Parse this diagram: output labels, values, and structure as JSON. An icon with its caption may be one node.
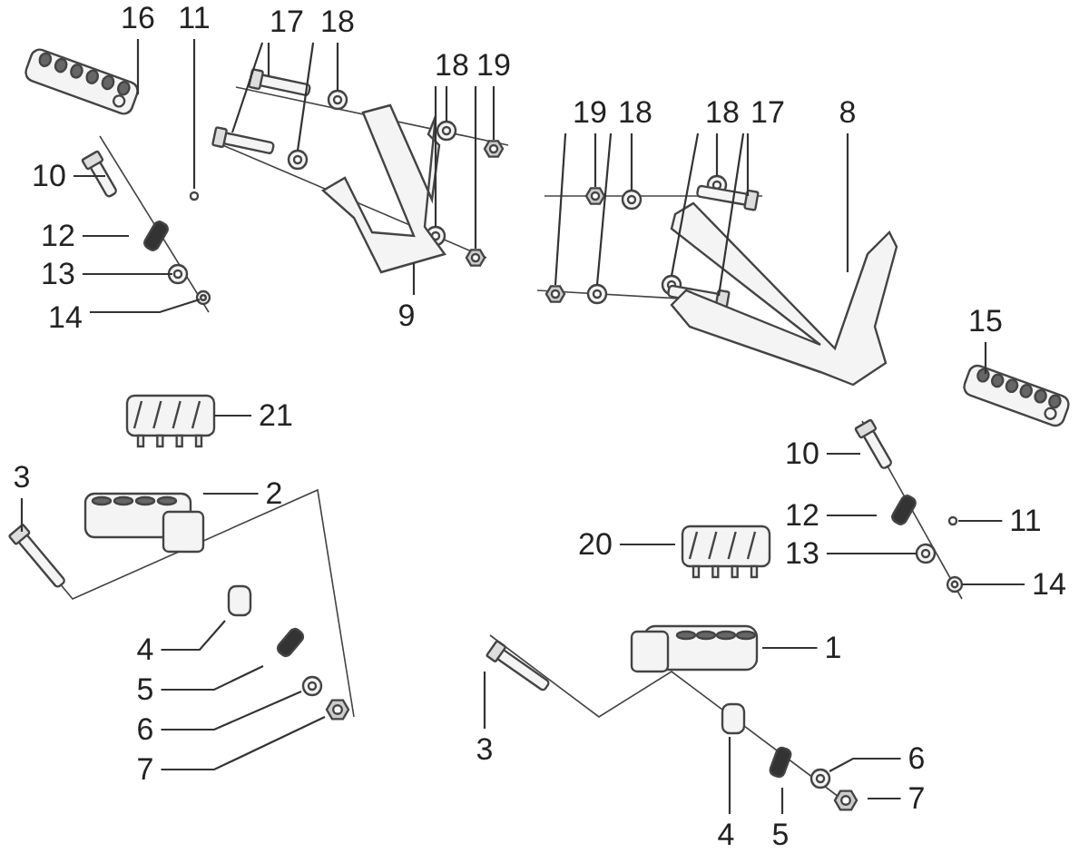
{
  "diagram": {
    "nodes": [
      {
        "text": [
          "16"
        ]
      },
      {
        "text": [
          "11"
        ]
      },
      {
        "text": [
          "17"
        ]
      },
      {
        "text": [
          "18"
        ]
      },
      {
        "text": [
          "18"
        ]
      },
      {
        "text": [
          "19"
        ]
      },
      {
        "text": [
          "19"
        ]
      },
      {
        "text": [
          "18"
        ]
      },
      {
        "text": [
          "18"
        ]
      },
      {
        "text": [
          "17"
        ]
      },
      {
        "text": [
          "8"
        ]
      },
      {
        "text": [
          "10"
        ]
      },
      {
        "text": [
          "12"
        ]
      },
      {
        "text": [
          "13"
        ]
      },
      {
        "text": [
          "14"
        ]
      },
      {
        "text": [
          "9"
        ]
      },
      {
        "text": [
          "15"
        ]
      },
      {
        "text": [
          "21"
        ]
      },
      {
        "text": [
          "3"
        ]
      },
      {
        "text": [
          "2"
        ]
      },
      {
        "text": [
          "10"
        ]
      },
      {
        "text": [
          "12"
        ]
      },
      {
        "text": [
          "11"
        ]
      },
      {
        "text": [
          "20"
        ]
      },
      {
        "text": [
          "13"
        ]
      },
      {
        "text": [
          "14"
        ]
      },
      {
        "text": [
          "1"
        ]
      },
      {
        "text": [
          "4"
        ]
      },
      {
        "text": [
          "5"
        ]
      },
      {
        "text": [
          "6"
        ]
      },
      {
        "text": [
          "7"
        ]
      },
      {
        "text": [
          "3"
        ]
      },
      {
        "text": [
          "4"
        ]
      },
      {
        "text": [
          "5"
        ]
      },
      {
        "text": [
          "6"
        ]
      },
      {
        "text": [
          "7"
        ]
      }
    ],
    "edges": [
      {
        "from": 0,
        "to": null,
        "arrow": "none"
      },
      {
        "from": 1,
        "to": null,
        "arrow": "none"
      },
      {
        "from": 2,
        "to": null,
        "arrow": "none"
      },
      {
        "from": 2,
        "to": null,
        "arrow": "none"
      },
      {
        "from": 3,
        "to": null,
        "arrow": "none"
      },
      {
        "from": 3,
        "to": null,
        "arrow": "none"
      },
      {
        "from": 4,
        "to": null,
        "arrow": "none"
      },
      {
        "from": 4,
        "to": null,
        "arrow": "none"
      },
      {
        "from": 5,
        "to": null,
        "arrow": "none"
      },
      {
        "from": 5,
        "to": null,
        "arrow": "none"
      },
      {
        "from": 6,
        "to": null,
        "arrow": "none"
      },
      {
        "from": 6,
        "to": null,
        "arrow": "none"
      },
      {
        "from": 7,
        "to": null,
        "arrow": "none"
      },
      {
        "from": 7,
        "to": null,
        "arrow": "none"
      },
      {
        "from": 8,
        "to": null,
        "arrow": "none"
      },
      {
        "from": 8,
        "to": null,
        "arrow": "none"
      },
      {
        "from": 9,
        "to": null,
        "arrow": "none"
      },
      {
        "from": 9,
        "to": null,
        "arrow": "none"
      },
      {
        "from": 10,
        "to": null,
        "arrow": "none"
      },
      {
        "from": 11,
        "to": null,
        "arrow": "none"
      },
      {
        "from": 12,
        "to": null,
        "arrow": "none"
      },
      {
        "from": 13,
        "to": null,
        "arrow": "none"
      },
      {
        "from": 14,
        "to": null,
        "arrow": "none"
      },
      {
        "from": 15,
        "to": null,
        "arrow": "none"
      },
      {
        "from": 16,
        "to": null,
        "arrow": "none"
      },
      {
        "from": 17,
        "to": null,
        "arrow": "none"
      },
      {
        "from": 18,
        "to": null,
        "arrow": "none"
      },
      {
        "from": 19,
        "to": null,
        "arrow": "none"
      },
      {
        "from": 20,
        "to": null,
        "arrow": "none"
      },
      {
        "from": 21,
        "to": null,
        "arrow": "none"
      },
      {
        "from": 22,
        "to": null,
        "arrow": "none"
      },
      {
        "from": 23,
        "to": null,
        "arrow": "none"
      },
      {
        "from": 24,
        "to": null,
        "arrow": "none"
      },
      {
        "from": 25,
        "to": null,
        "arrow": "none"
      },
      {
        "from": 26,
        "to": null,
        "arrow": "none"
      },
      {
        "from": 27,
        "to": null,
        "arrow": "none"
      },
      {
        "from": 28,
        "to": null,
        "arrow": "none"
      },
      {
        "from": 29,
        "to": null,
        "arrow": "none"
      },
      {
        "from": 30,
        "to": null,
        "arrow": "none"
      },
      {
        "from": 31,
        "to": null,
        "arrow": "none"
      },
      {
        "from": 32,
        "to": null,
        "arrow": "none"
      },
      {
        "from": 33,
        "to": null,
        "arrow": "none"
      },
      {
        "from": 34,
        "to": null,
        "arrow": "none"
      },
      {
        "from": 35,
        "to": null,
        "arrow": "none"
      }
    ]
  }
}
